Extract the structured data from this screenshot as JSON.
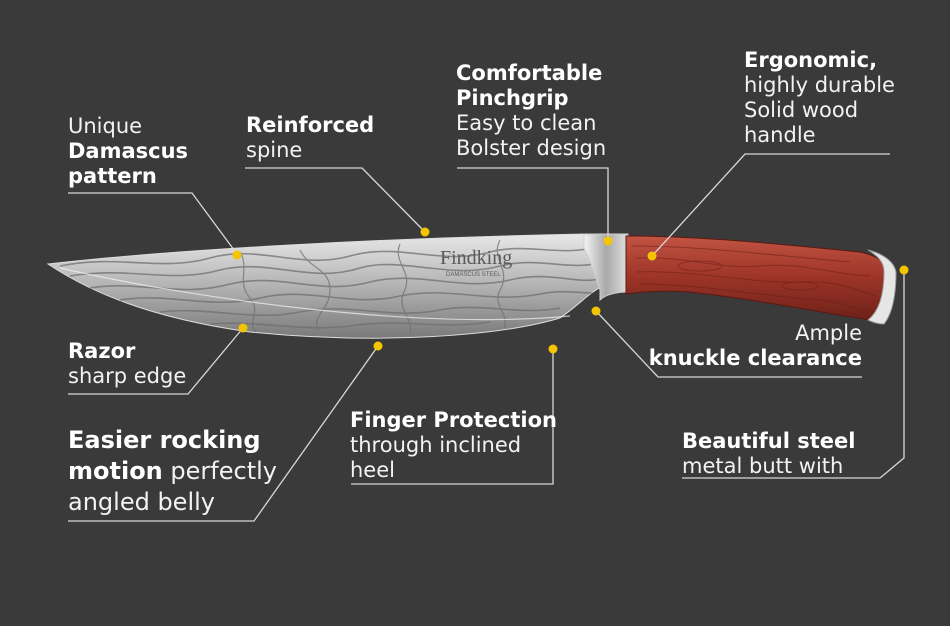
{
  "brand": {
    "logo_text": "Findking",
    "logo_subtext": "DAMASCUS STEEL"
  },
  "colors": {
    "background": "#3a3a3a",
    "text": "#ffffff",
    "marker": "#f5c400",
    "leader_line": "#d8d8d8",
    "handle_wood": "#9c3427",
    "blade_steel": "#bdbdbd"
  },
  "callouts": {
    "damascus": {
      "line1": "Unique",
      "line2": "Damascus",
      "line3": "pattern"
    },
    "spine": {
      "line1": "Reinforced",
      "line2": "spine"
    },
    "pinchgrip": {
      "line1": "Comfortable",
      "line2": "Pinchgrip",
      "line3": "Easy to clean",
      "line4": "Bolster design"
    },
    "handle": {
      "line1": "Ergonomic,",
      "line2": "highly durable",
      "line3": "Solid wood",
      "line4": "handle"
    },
    "razor": {
      "line1": "Razor",
      "line2": "sharp edge"
    },
    "knuckle": {
      "line1": "Ample",
      "line2": "knuckle clearance"
    },
    "rocking": {
      "line1a": "Easier rocking",
      "line2a": "motion",
      "line2b": " perfectly",
      "line3": "angled belly"
    },
    "finger": {
      "line1": "Finger Protection",
      "line2": "through inclined",
      "line3": "heel"
    },
    "butt": {
      "line1": "Beautiful steel",
      "line2": "metal butt with"
    }
  }
}
